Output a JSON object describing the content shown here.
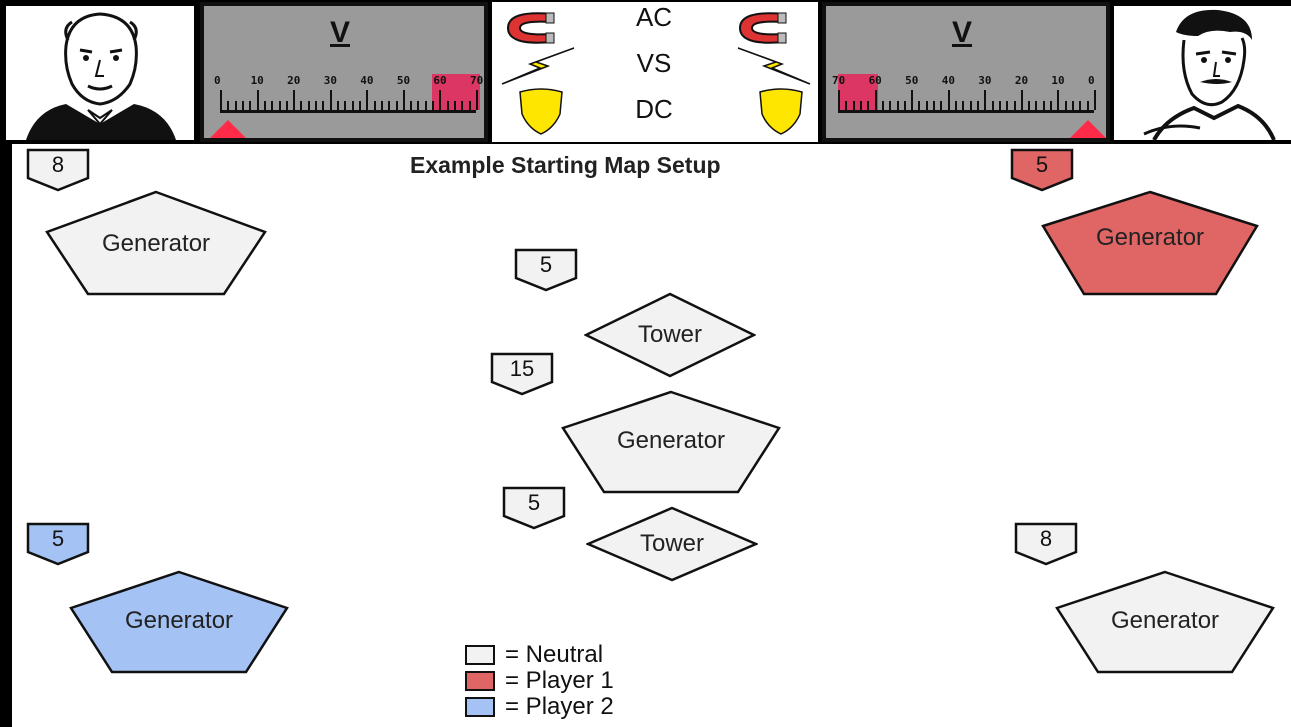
{
  "colors": {
    "neutral": "#f2f2f2",
    "player1": "#e06666",
    "player2": "#a4c2f4",
    "meter_bg": "#9a9a9a",
    "meter_red": "#e8245a"
  },
  "hud": {
    "title_lines": [
      "AC",
      "VS",
      "DC"
    ],
    "left_meter": {
      "unit": "V",
      "ticks": [
        "0",
        "10",
        "20",
        "30",
        "40",
        "50",
        "60",
        "70"
      ],
      "redline_from": 60,
      "max": 70,
      "needle_value": 0
    },
    "right_meter": {
      "unit": "V",
      "ticks": [
        "70",
        "60",
        "50",
        "40",
        "30",
        "20",
        "10",
        "0"
      ],
      "redline_from": 60,
      "max": 70,
      "needle_value": 0
    },
    "left_portrait_icon": "edison-portrait-icon",
    "right_portrait_icon": "tesla-portrait-icon",
    "power_icons": [
      "magnet-icon",
      "lightning-icon",
      "shield-icon"
    ]
  },
  "map": {
    "title": "Example Starting Map Setup",
    "nodes": [
      {
        "id": "gen-top-left",
        "type": "Generator",
        "owner": "neutral",
        "value": "8"
      },
      {
        "id": "gen-top-right",
        "type": "Generator",
        "owner": "player1",
        "value": "5"
      },
      {
        "id": "tower-upper",
        "type": "Tower",
        "owner": "neutral",
        "value": "5"
      },
      {
        "id": "gen-center",
        "type": "Generator",
        "owner": "neutral",
        "value": "15"
      },
      {
        "id": "tower-lower",
        "type": "Tower",
        "owner": "neutral",
        "value": "5"
      },
      {
        "id": "gen-bottom-left",
        "type": "Generator",
        "owner": "player2",
        "value": "5"
      },
      {
        "id": "gen-bottom-right",
        "type": "Generator",
        "owner": "neutral",
        "value": "8"
      }
    ]
  },
  "legend": [
    {
      "owner": "neutral",
      "label": "= Neutral"
    },
    {
      "owner": "player1",
      "label": "= Player 1"
    },
    {
      "owner": "player2",
      "label": "= Player 2"
    }
  ]
}
